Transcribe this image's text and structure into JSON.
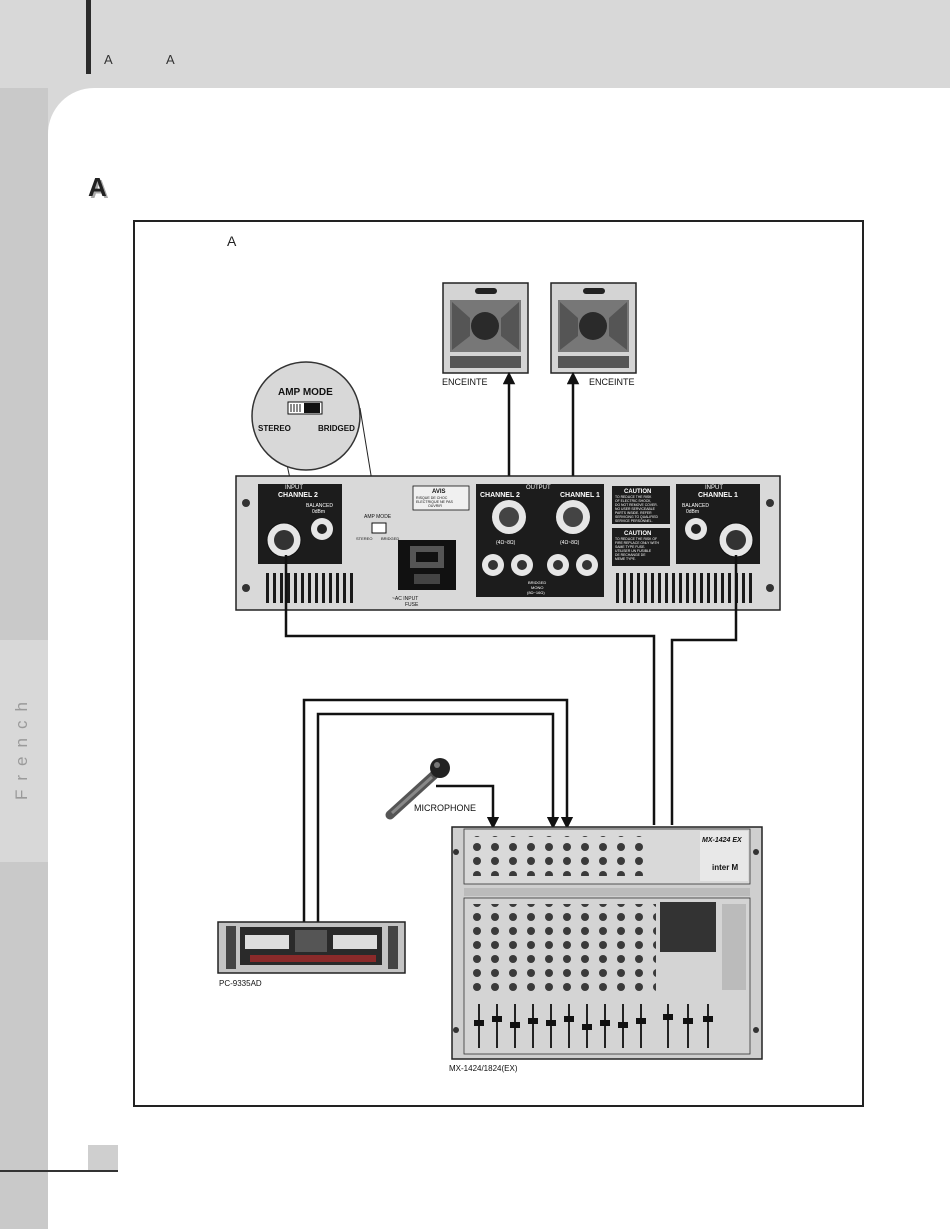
{
  "header": {
    "text_left": "A",
    "text_right": "A"
  },
  "side_tab": {
    "label": "French"
  },
  "section": {
    "letter": "A",
    "caption": "A"
  },
  "speakers": [
    {
      "label": "ENCEINTE"
    },
    {
      "label": "ENCEINTE"
    }
  ],
  "amp_mode_zoom": {
    "title": "AMP MODE",
    "stereo": "STEREO",
    "bridged": "BRIDGED"
  },
  "amplifier": {
    "input_left": {
      "header": "INPUT",
      "channel": "CHANNEL 2",
      "balanced": "BALANCED",
      "level": "0dBm"
    },
    "input_right": {
      "header": "INPUT",
      "channel": "CHANNEL 1",
      "balanced": "BALANCED",
      "level": "0dBm"
    },
    "amp_mode": "AMP MODE",
    "stereo_small": "STEREO",
    "bridged_small": "BRIDGED",
    "avis_title": "AVIS",
    "avis_text": [
      "RISQUE DE CHOC",
      "ELECTRIQUE NE PAS",
      "OUVRIR"
    ],
    "output_title": "OUTPUT",
    "output_ch2": "CHANNEL 2",
    "output_ch1": "CHANNEL 1",
    "ohm_left": "(4Ω~8Ω)",
    "ohm_right": "(4Ω~8Ω)",
    "bridged_mono": [
      "BRIDGED",
      "MONO",
      "(8Ω~16Ω)"
    ],
    "caution1_title": "CAUTION",
    "caution1_text": [
      "TO REDUCE THE RISK",
      "OF ELECTRIC SHOCK,",
      "DO NOT REMOVE COVER.",
      "NO USER SERVICEABLE",
      "PARTS INSIDE. REFER",
      "SERVICING TO QUALIFIED",
      "SERVICE PERSONNEL."
    ],
    "caution2_title": "CAUTION",
    "caution2_text": [
      "TO REDUCE THE RISK OF",
      "FIRE REPLACE ONLY WITH",
      "SAME TYPE FUSE.",
      "UTILISER UN FUSIBLE",
      "DE RECHANGE DE",
      "MEME TYPE."
    ],
    "ac_input": "~AC INPUT",
    "fuse": "FUSE"
  },
  "microphone": {
    "label": "MICROPHONE"
  },
  "cassette": {
    "label": "PC-9335AD"
  },
  "mixer": {
    "label": "MX-1424/1824(EX)",
    "model": "MX-1424 EX",
    "brand": "inter M"
  },
  "colors": {
    "page": "#ffffff",
    "margin": "#d8d8d8",
    "line": "#111111",
    "panel": "#d9d9d9",
    "dark": "#1c1c1c"
  }
}
